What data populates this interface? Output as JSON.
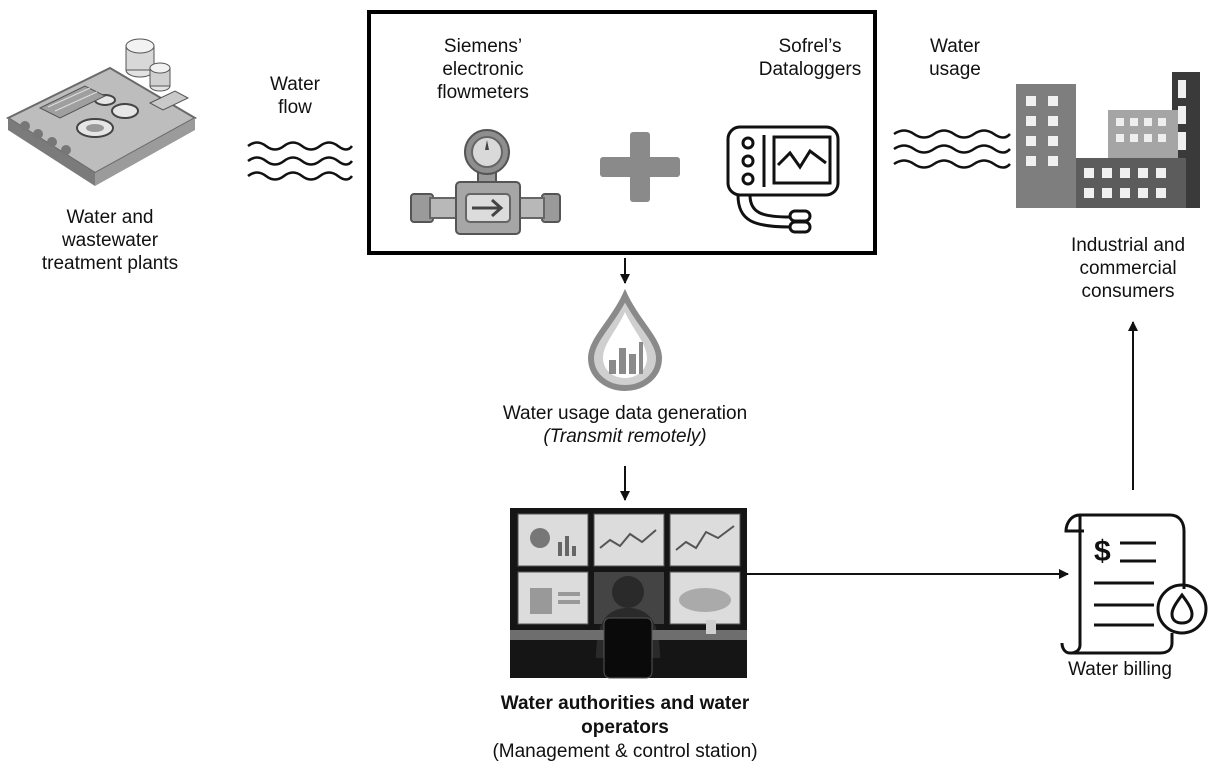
{
  "nodes": {
    "plant": {
      "lines": [
        "Water and",
        "wastewater",
        "treatment plants"
      ],
      "icon": "treatment-plant-icon"
    },
    "water_flow": {
      "lines": [
        "Water",
        "flow"
      ]
    },
    "flowmeter": {
      "lines": [
        "Siemens’",
        "electronic",
        "flowmeters"
      ],
      "icon": "flowmeter-icon"
    },
    "plus": {
      "icon": "plus-icon"
    },
    "datalogger": {
      "lines": [
        "Sofrel’s",
        "Dataloggers"
      ],
      "icon": "datalogger-icon"
    },
    "water_usage": {
      "lines": [
        "Water",
        "usage"
      ]
    },
    "consumers": {
      "lines": [
        "Industrial and",
        "commercial",
        "consumers"
      ],
      "icon": "buildings-icon"
    },
    "data_generation": {
      "title": "Water usage data generation",
      "subtitle": "(Transmit remotely)",
      "icon": "water-drop-chart-icon"
    },
    "authorities": {
      "title_lines": [
        "Water authorities and water",
        "operators"
      ],
      "subtitle": "(Management & control station)",
      "icon": "control-room-icon"
    },
    "billing": {
      "label": "Water billing",
      "icon": "bill-icon"
    }
  },
  "colors": {
    "ink": "#111111",
    "icon_gray": "#8a8a8a",
    "icon_dark": "#2b2b2b",
    "frame": "#000000"
  }
}
